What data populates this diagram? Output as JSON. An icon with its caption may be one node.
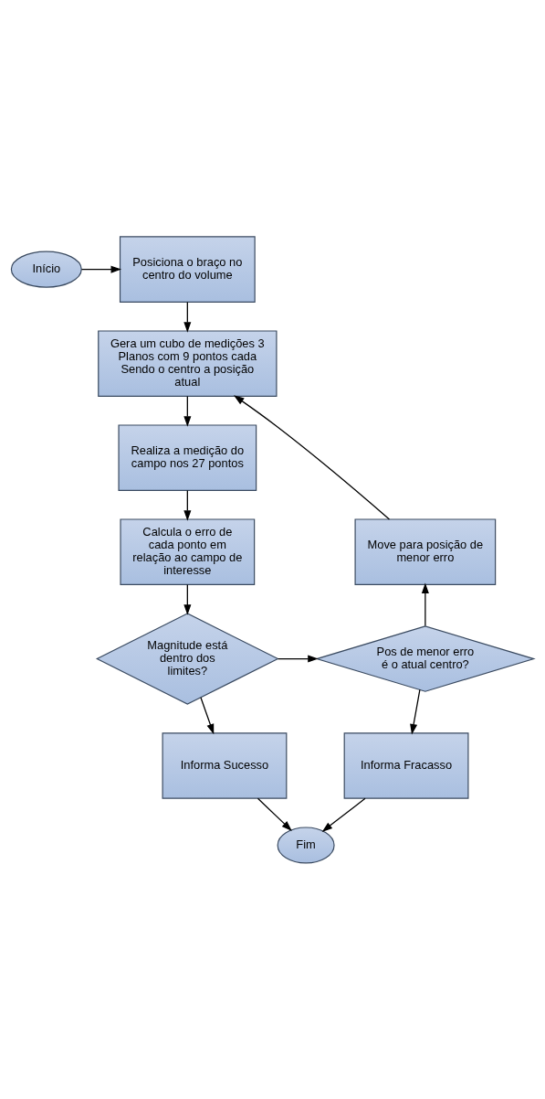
{
  "diagram": {
    "nodes": [
      {
        "text": [
          "Início"
        ]
      },
      {
        "text": [
          "Posiciona o braço no centro do volume"
        ]
      },
      {
        "text": [
          "Gera um cubo de medições 3 Planos com 9 pontos cada Sendo o centro a posição atual"
        ]
      },
      {
        "text": [
          "Realiza a medição do campo nos 27 pontos"
        ]
      },
      {
        "text": [
          "Calcula o erro de cada ponto em relação ao campo de interesse"
        ]
      },
      {
        "text": [
          "Magnitude está dentro dos limites?"
        ]
      },
      {
        "text": [
          "Pos de menor erro é o atual centro?"
        ]
      },
      {
        "text": [
          "Move para posição de menor erro"
        ]
      },
      {
        "text": [
          "Informa Fracasso"
        ]
      },
      {
        "text": [
          "Informa Sucesso"
        ]
      },
      {
        "text": [
          "Fim"
        ]
      }
    ],
    "edges": [
      {
        "from": 0,
        "to": 1,
        "arrow": "to"
      },
      {
        "from": 1,
        "to": 2,
        "arrow": "to"
      },
      {
        "from": 2,
        "to": 3,
        "arrow": "to"
      },
      {
        "from": 3,
        "to": 4,
        "arrow": "to"
      },
      {
        "from": 4,
        "to": 5,
        "arrow": "to"
      },
      {
        "from": 5,
        "to": 6,
        "arrow": "to"
      },
      {
        "from": 5,
        "to": 9,
        "arrow": "to"
      },
      {
        "from": 6,
        "to": 7,
        "arrow": "to"
      },
      {
        "from": 6,
        "to": 8,
        "arrow": "to"
      },
      {
        "from": 7,
        "to": 2,
        "arrow": "to"
      },
      {
        "from": 8,
        "to": 10,
        "arrow": "to"
      },
      {
        "from": 9,
        "to": 10,
        "arrow": "to"
      }
    ]
  }
}
